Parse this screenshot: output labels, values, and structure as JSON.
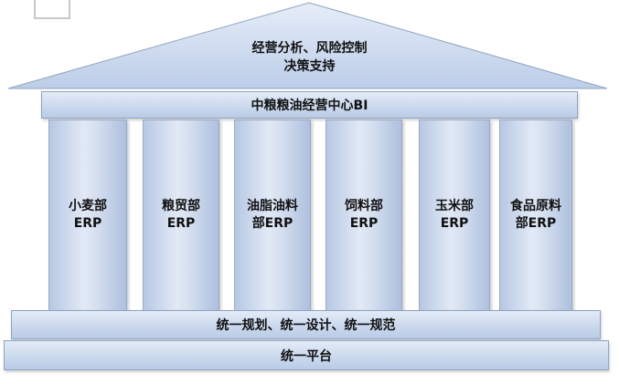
{
  "roof": {
    "line1": "经营分析、风险控制",
    "line2": "决策支持"
  },
  "bi_band": {
    "label": "中粮粮油经营中心BI"
  },
  "columns": [
    {
      "label": "小麦部\nERP"
    },
    {
      "label": "粮贸部\nERP"
    },
    {
      "label": "油脂油料\n部ERP"
    },
    {
      "label": "饲料部\nERP"
    },
    {
      "label": "玉米部\nERP"
    },
    {
      "label": "食品原料\n部ERP"
    }
  ],
  "base_upper": {
    "label": "统一规划、统一设计、统一规范"
  },
  "base_lower": {
    "label": "统一平台"
  },
  "colors": {
    "fill_light": "#e3ebf7",
    "fill_dark": "#b9cbe6",
    "border": "#8fa3bf"
  }
}
